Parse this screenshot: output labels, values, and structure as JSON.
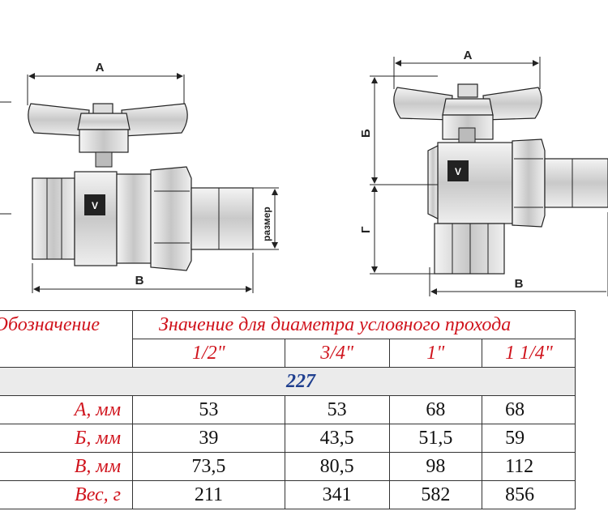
{
  "drawing": {
    "left_view": {
      "dim_width": "А",
      "dim_length": "В",
      "size_label": "размер"
    },
    "right_view": {
      "dim_width": "А",
      "dim_length": "В",
      "dim_upper": "Б",
      "dim_lower": "Г"
    },
    "logo_letter": "V"
  },
  "table": {
    "param_header": "Обозначение",
    "value_header": "Значение для диаметра условного прохода",
    "sizes": [
      "1/2\"",
      "3/4\"",
      "1\"",
      "1 1/4\""
    ],
    "model": "227",
    "rows": [
      {
        "param": "А, мм",
        "values": [
          "53",
          "53",
          "68",
          "68"
        ]
      },
      {
        "param": "Б, мм",
        "values": [
          "39",
          "43,5",
          "51,5",
          "59"
        ]
      },
      {
        "param": "В, мм",
        "values": [
          "73,5",
          "80,5",
          "98",
          "112"
        ]
      },
      {
        "param": "Вес, г",
        "values": [
          "211",
          "341",
          "582",
          "856"
        ]
      }
    ]
  }
}
